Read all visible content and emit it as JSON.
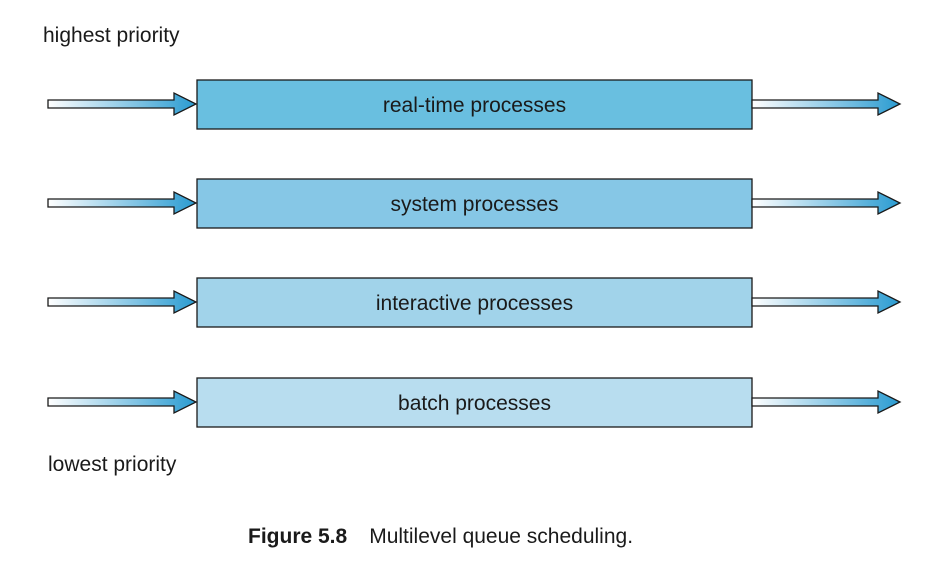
{
  "labels": {
    "top": "highest priority",
    "bottom": "lowest priority"
  },
  "queues": [
    {
      "label": "real-time processes",
      "fill": "#69bfe0"
    },
    {
      "label": "system processes",
      "fill": "#86c7e6"
    },
    {
      "label": "interactive processes",
      "fill": "#a1d3ea"
    },
    {
      "label": "batch processes",
      "fill": "#b8ddef"
    }
  ],
  "caption": {
    "number": "Figure 5.8",
    "text": "Multilevel queue scheduling."
  },
  "colors": {
    "arrow_start": "#ffffff",
    "arrow_end": "#2a9bd1",
    "outline": "#1a1a1a"
  }
}
